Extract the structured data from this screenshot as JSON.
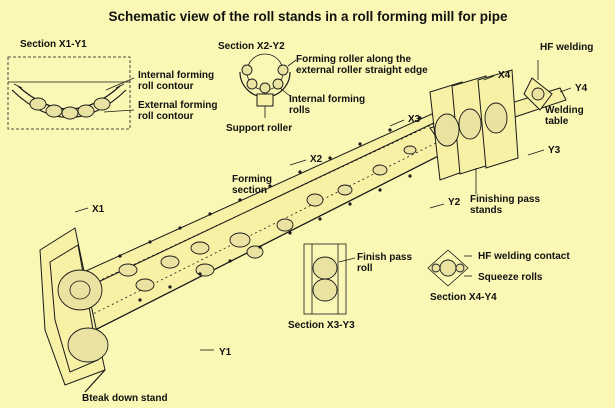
{
  "title": "Schematic view of the roll stands in a roll forming mill for pipe",
  "sections": {
    "x1y1": {
      "heading": "Section X1-Y1",
      "internal": "Internal forming\nroll contour",
      "external": "External forming\nroll contour"
    },
    "x2y2": {
      "heading": "Section X2-Y2",
      "forming_roller": "Forming roller along the\nexternal roller straight edge",
      "internal_rolls": "Internal forming\nrolls",
      "support": "Support roller"
    },
    "x3y3": {
      "heading": "Section X3-Y3",
      "finish_roll": "Finish pass\nroll"
    },
    "x4y4": {
      "heading": "Section X4-Y4",
      "hf_contact": "HF welding contact",
      "squeeze": "Squeeze rolls"
    }
  },
  "labels": {
    "hf_welding": "HF welding",
    "welding_table": "Welding\ntable",
    "forming_section": "Forming\nsection",
    "finishing_pass": "Finishing pass\nstands",
    "breakdown": "Bteak down stand"
  },
  "markers": {
    "x1": "X1",
    "x2": "X2",
    "x3": "X3",
    "x4": "X4",
    "y1": "Y1",
    "y2": "Y2",
    "y3": "Y3",
    "y4": "Y4"
  }
}
